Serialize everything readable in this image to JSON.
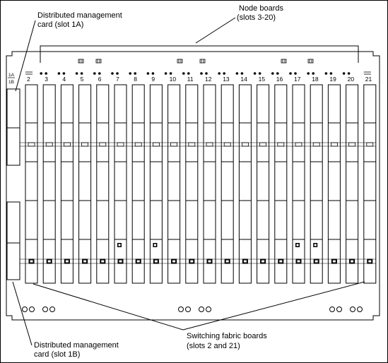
{
  "callouts": {
    "dmc_1a": [
      "Distributed    management",
      "card (slot 1A)"
    ],
    "node": [
      "Node  boards",
      "(slots 3-20)"
    ],
    "switch": [
      "Switching fabric boards",
      "(slots 2 and 21)"
    ],
    "dmc_1b": [
      "Distributed    management",
      "card (slot 1B)"
    ]
  },
  "chassis": {
    "slot_1a_label": "1A",
    "slot_1b_label": "1B",
    "slot_numbers": [
      "2",
      "3",
      "4",
      "5",
      "6",
      "7",
      "8",
      "9",
      "10",
      "11",
      "12",
      "13",
      "14",
      "15",
      "16",
      "17",
      "18",
      "19",
      "20",
      "21"
    ]
  }
}
